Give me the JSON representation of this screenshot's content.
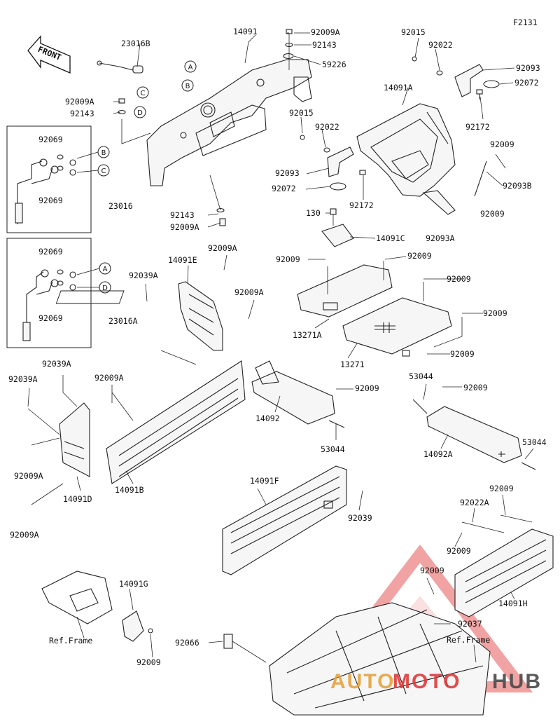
{
  "figure_code": "F2131",
  "front_label": "FRONT",
  "callout_letters": [
    "A",
    "B",
    "C",
    "D"
  ],
  "watermark": {
    "text_auto": "AUTO",
    "text_moto": "MOTO",
    "text_hub": "HUB",
    "color_red": "#e03a3a",
    "color_orange": "#e8a23c",
    "color_dark": "#4a4a4a"
  },
  "labels": {
    "l01": "14091",
    "l02": "92009A",
    "l03": "23016B",
    "l04": "92143",
    "l05": "59226",
    "l06": "92015",
    "l07": "92022",
    "l08": "92093",
    "l09": "92072",
    "l10": "14091A",
    "l11": "92172",
    "l12": "92009A",
    "l13": "92143",
    "l14": "92069",
    "l15": "92069",
    "l16": "23016",
    "l17": "92015",
    "l18": "92022",
    "l19": "92093",
    "l20": "92072",
    "l21": "92172",
    "l22": "92009",
    "l23": "92093B",
    "l24": "92143",
    "l25": "92009A",
    "l26": "130",
    "l27": "14091C",
    "l28": "92009",
    "l29": "92093A",
    "l30": "92069",
    "l31": "92069",
    "l32": "23016A",
    "l33": "92009A",
    "l34": "14091E",
    "l35": "92039A",
    "l36": "92009A",
    "l37": "92009",
    "l38": "92009",
    "l39": "92009",
    "l40": "92009",
    "l41": "13271A",
    "l42": "92009",
    "l43": "13271",
    "l44": "92039A",
    "l45": "92039A",
    "l46": "92009A",
    "l47": "92009",
    "l48": "53044",
    "l49": "92009",
    "l50": "14092",
    "l51": "53044",
    "l52": "53044",
    "l53": "14092A",
    "l54": "92009A",
    "l55": "14091D",
    "l56": "14091B",
    "l57": "14091F",
    "l58": "92039",
    "l59": "92009",
    "l60": "92022A",
    "l61": "92009A",
    "l62": "92009",
    "l63": "92009",
    "l64": "14091H",
    "l65": "14091G",
    "l66": "92037",
    "l67": "Ref.Frame",
    "l68": "92009",
    "l69": "92066",
    "l70": "Ref.Frame"
  }
}
